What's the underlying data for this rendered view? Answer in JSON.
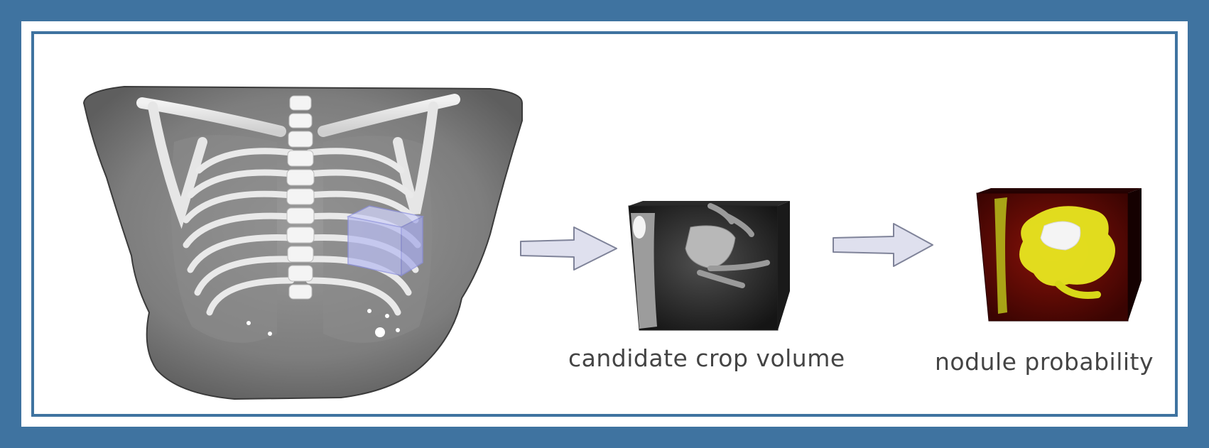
{
  "labels": {
    "crop": "candidate crop volume",
    "probability": "nodule probability"
  },
  "colors": {
    "border": "#3f73a0",
    "background": "#ffffff",
    "arrow_fill": "#dfe0ee",
    "arrow_stroke": "#7f8399",
    "crop_box": "#b9bdf0",
    "probability_red": "#7a0a06",
    "probability_yellow": "#e8e820"
  },
  "icons": [
    "chest-ct-render",
    "arrow-right-icon",
    "crop-cube",
    "arrow-right-icon",
    "probability-cube"
  ]
}
